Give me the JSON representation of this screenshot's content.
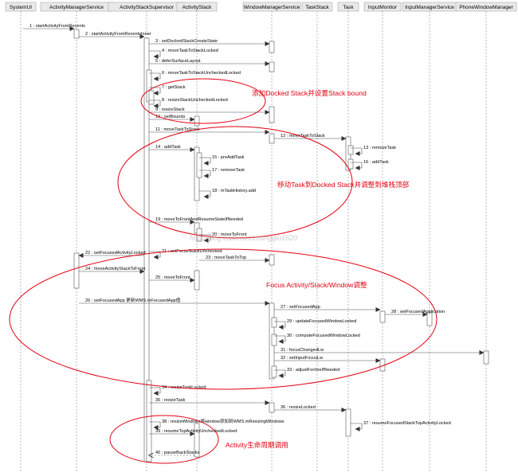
{
  "diagram": {
    "participants": [
      "SystemUI",
      "ActivityManagerService",
      "ActivityStackSupervisor",
      "ActivityStack",
      "WindowManagerService",
      "TaskStack",
      "Task",
      "InputMonitor",
      "InputManagerService",
      "PhoneWindowManager"
    ],
    "messages": [
      "1 : startActivityFromRecents",
      "2 : startActivityFromRecentsInner",
      "3 : setDockedStackCreateState",
      "4 : moveTaskToStackLocked",
      "5 : deferSurfaceLayout",
      "6 : moveTaskToStackUncheckedLocked",
      "7 : getStack",
      "8 : resizeStackUncheckedLocked",
      "9 : resizeStack",
      "10 : setBounds",
      "11 : moveTaskToStack",
      "12 : moveTaskToStack",
      "13 : removeTask",
      "14 : addTask",
      "15 : preAddTask",
      "16 : addTask",
      "17 : removeTask",
      "18 : mTaskHistory.add",
      "19 : moveToFrontAndResumeStateIfNeeded",
      "20 : moveToFront",
      "21 : setFocusStackUnchecked",
      "22 : setFocusedActivityLocked",
      "23 : moveTaskToTop",
      "24 : moveActivityStackToFront",
      "25 : moveToFront",
      "26 : setFocusedApp  更新WMS.mFocusedApp值",
      "27 : setFocusedApp",
      "28 : setFocusedApplication",
      "29 : updateFocusedWindowLocked",
      "30 : computeFocusedWindowLocked",
      "31 : focusChangedLw",
      "32 : setInputFocusLw",
      "33 : adjustForImeIfNeeded",
      "34 : resizeTaskLocked",
      "35 : resizeTask",
      "36 : resizeLocked",
      "37 : resumeFocusedStackTopActivityLocked",
      "38 : resizeWindows将window添加到WMS.mResizingWindows",
      "39 : resumeTopActivityUncheckedLocked",
      "40 : pauseBackStacks"
    ],
    "annotations": [
      "添加Docked Stack并设置Stack bound",
      "移动Task到Docked Stack并调整到堆栈顶部",
      "Focus Activity/Stack/Window调整",
      "Activity生命周期调用"
    ],
    "watermark": "http://blog.csdn.net/zhangqiu1620",
    "colors": {
      "header_bg": "#e9e9e9",
      "line": "#4a4a4a",
      "annotation": "#e3000f",
      "lifeline": "#8a8a8a"
    }
  }
}
